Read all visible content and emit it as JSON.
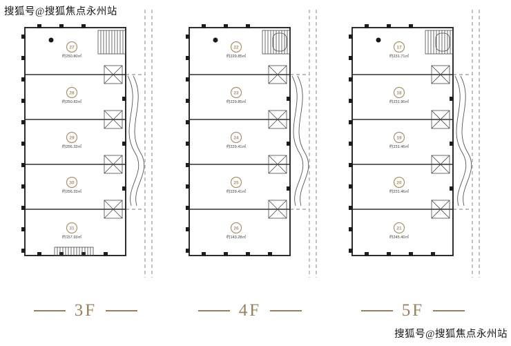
{
  "watermark": {
    "top_left": "搜狐号@搜狐焦点永州站",
    "bottom_right": "搜狐号@搜狐焦点永州站"
  },
  "colors": {
    "accent_gold": "#a8906c",
    "label_brown": "#97805c",
    "line_dark": "#2e2e2e"
  },
  "floors": [
    {
      "label": "3F",
      "rooms": [
        {
          "number": "27",
          "area": "约250.80㎡"
        },
        {
          "number": "28",
          "area": "约250.83㎡"
        },
        {
          "number": "29",
          "area": "约256.33㎡"
        },
        {
          "number": "30",
          "area": "约256.33㎡"
        },
        {
          "number": "31",
          "area": "约157.93㎡"
        }
      ]
    },
    {
      "label": "4F",
      "rooms": [
        {
          "number": "22",
          "area": "约229.85㎡"
        },
        {
          "number": "23",
          "area": "约229.85㎡"
        },
        {
          "number": "24",
          "area": "约229.41㎡"
        },
        {
          "number": "25",
          "area": "约229.41㎡"
        },
        {
          "number": "26",
          "area": "约143.28㎡"
        }
      ]
    },
    {
      "label": "5F",
      "rooms": [
        {
          "number": "17",
          "area": "约231.71㎡"
        },
        {
          "number": "18",
          "area": "约231.90㎡"
        },
        {
          "number": "19",
          "area": "约231.46㎡"
        },
        {
          "number": "20",
          "area": "约231.46㎡"
        },
        {
          "number": "21",
          "area": "约245.40㎡"
        }
      ]
    }
  ]
}
